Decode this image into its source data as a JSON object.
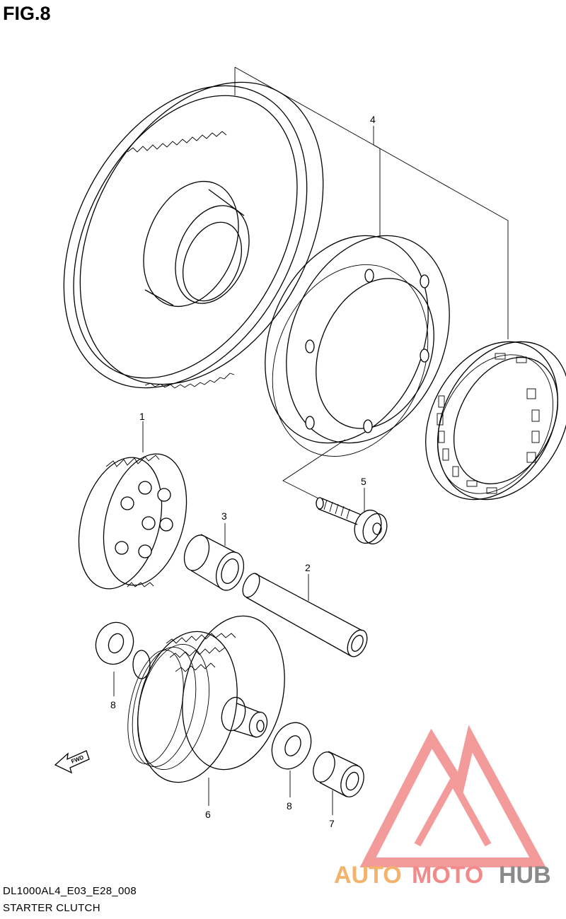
{
  "figure": {
    "title": "FIG.8"
  },
  "footer": {
    "model_code": "DL1000AL4_E03_E28_008",
    "section_name": "STARTER CLUTCH"
  },
  "callouts": [
    {
      "id": "1",
      "label": "1"
    },
    {
      "id": "2",
      "label": "2"
    },
    {
      "id": "3",
      "label": "3"
    },
    {
      "id": "4",
      "label": "4"
    },
    {
      "id": "5",
      "label": "5"
    },
    {
      "id": "6",
      "label": "6"
    },
    {
      "id": "7",
      "label": "7"
    },
    {
      "id": "8a",
      "label": "8"
    },
    {
      "id": "8b",
      "label": "8"
    }
  ],
  "direction_marker": {
    "label": "FWD"
  },
  "watermark": {
    "part1": "AUTO",
    "part2": "MOTO",
    "part3": "HUB",
    "color_orange": "#f4b26b",
    "color_red": "#f28a8a",
    "color_gray": "#8a8a8a"
  },
  "line_color": "#000000"
}
